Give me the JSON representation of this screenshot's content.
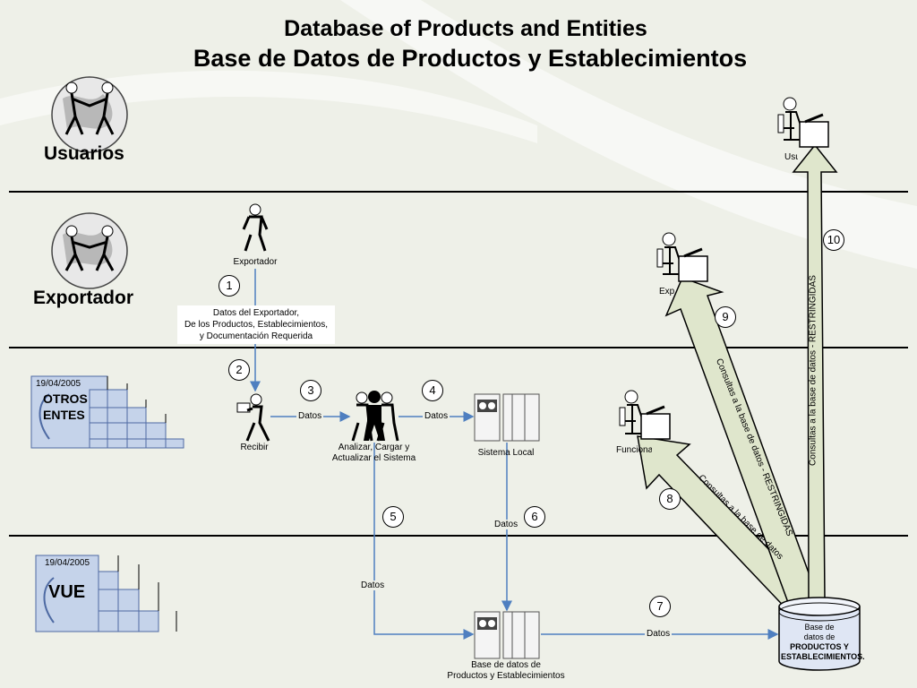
{
  "title_en": "Database of Products and Entities",
  "title_es": "Base de Datos de Productos y Establecimientos",
  "lanes": {
    "usuarios": "Usuarios",
    "exportador": "Exportador"
  },
  "stamps": {
    "otros": {
      "date": "19/04/2005",
      "line1": "OTROS",
      "line2": "ENTES"
    },
    "vue": {
      "date": "19/04/2005",
      "name": "VUE"
    }
  },
  "nodes": {
    "exportador_person": "Exportador",
    "datos_block": [
      "Datos del Exportador,",
      "De los Productos, Establecimientos,",
      "y Documentación Requerida"
    ],
    "recibir": "Recibir",
    "analizar": [
      "Analizar, Cargar y",
      "Actualizar el Sistema"
    ],
    "sistema_local": "Sistema Local",
    "base_local": [
      "Base de datos de",
      "Productos y Establecimientos"
    ],
    "funcionario": "Funcionario",
    "exp_user": "Exp",
    "top_user": "Usuarios",
    "database": [
      "Base de",
      "datos de",
      "PRODUCTOS Y",
      "ESTABLECIMIENTOS."
    ]
  },
  "steps": [
    "1",
    "2",
    "3",
    "4",
    "5",
    "6",
    "7",
    "8",
    "9",
    "10"
  ],
  "flows": {
    "datos": "Datos",
    "consulta_8": "Consultas a la base de datos",
    "consulta_9": "Consultas a la base de datos - RESTRINGIDAS",
    "consulta_10": "Consultas a la base de datos - RESTRINGIDAS"
  },
  "colors": {
    "background": "#eef0e8",
    "flow_line": "#4f7fc0",
    "big_arrow_fill": "#dfe6cc",
    "stamp_blue": "#c5d3ea",
    "stamp_border": "#4e6aa3"
  }
}
